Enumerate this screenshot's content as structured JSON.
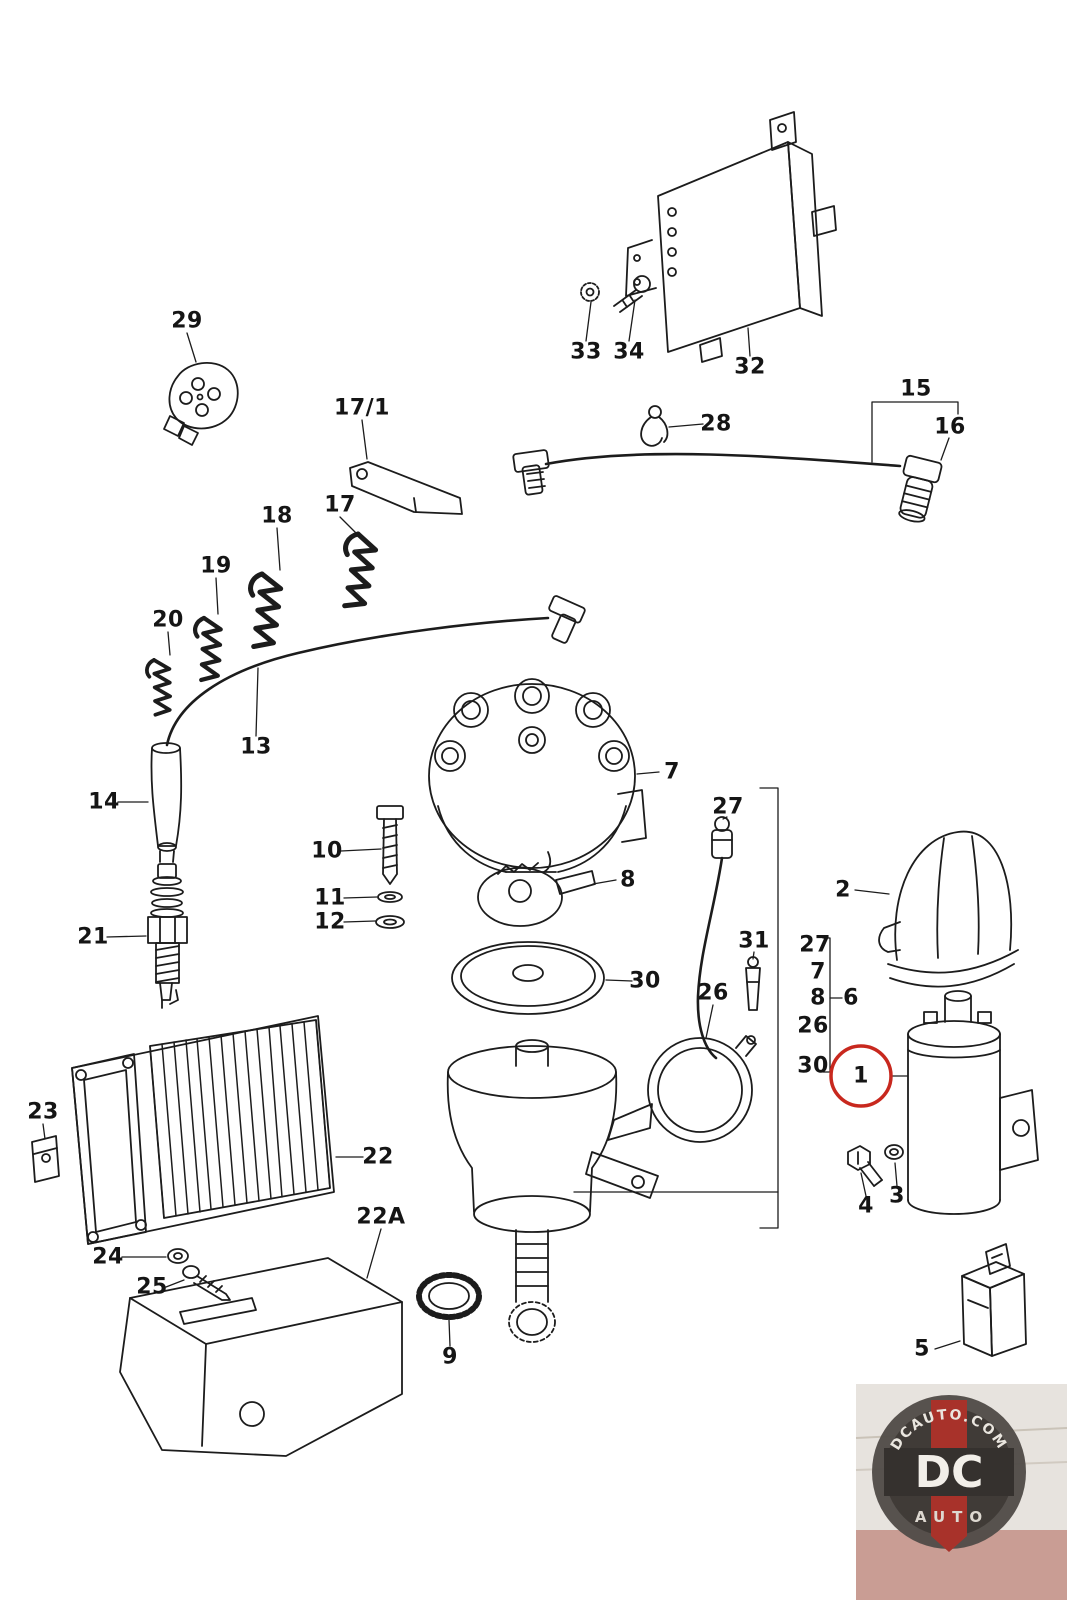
{
  "labels": {
    "n1": "1",
    "n2": "2",
    "n3": "3",
    "n4": "4",
    "n5": "5",
    "n6": "6",
    "n7": "7",
    "n8": "8",
    "n9": "9",
    "n10": "10",
    "n11": "11",
    "n12": "12",
    "n13": "13",
    "n14": "14",
    "n15": "15",
    "n16": "16",
    "n17": "17",
    "n17_1": "17/1",
    "n18": "18",
    "n19": "19",
    "n20": "20",
    "n21": "21",
    "n22": "22",
    "n22A": "22A",
    "n23": "23",
    "n24": "24",
    "n25": "25",
    "n26": "26",
    "n27": "27",
    "n28": "28",
    "n29": "29",
    "n30": "30",
    "n31": "31",
    "n32": "32",
    "n33": "33",
    "n34": "34"
  },
  "group_list": {
    "row1": "27",
    "row2": "7",
    "row3": "8",
    "row4": "26",
    "row5": "30"
  },
  "logo": {
    "site": "DCAUTO.COM",
    "initials": "DC",
    "name": "AUTO"
  },
  "colors": {
    "line": "#1c1c1c",
    "highlight_red": "#c8281e",
    "logo_gray": "#403b37",
    "logo_red": "#a8322a"
  }
}
